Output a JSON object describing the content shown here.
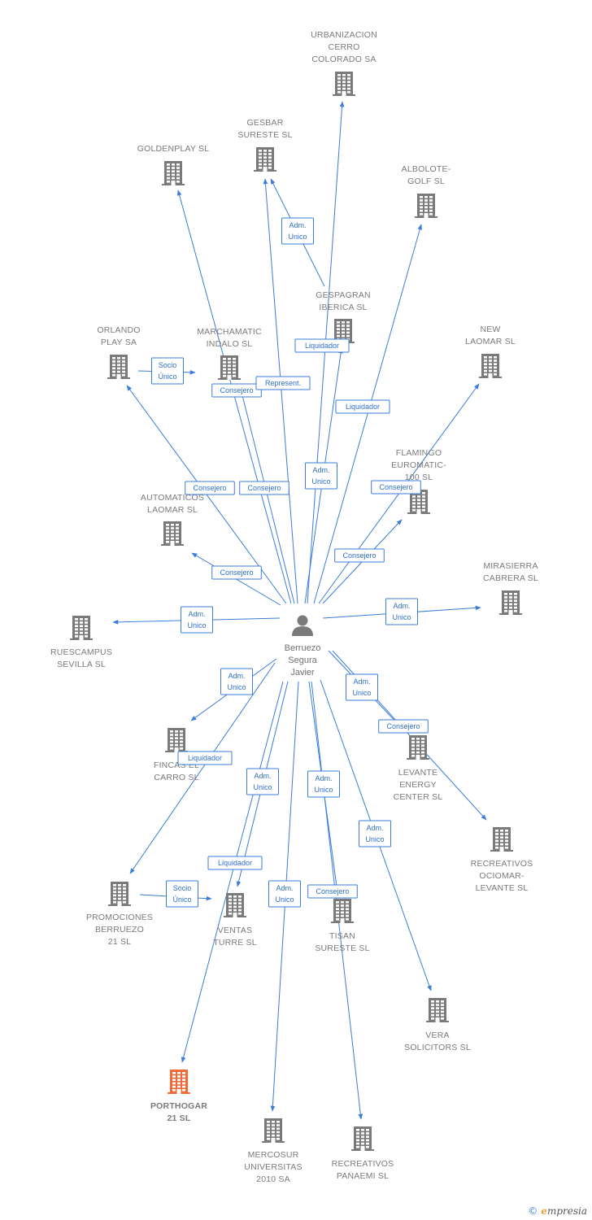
{
  "colors": {
    "edge": "#3b7dd8",
    "building": "#7a7a7a",
    "highlight": "#f06a3a",
    "person": "#7a7a7a"
  },
  "center": {
    "label_lines": [
      "Berruezo",
      "Segura",
      "Javier"
    ]
  },
  "companies": [
    {
      "id": "urbanizacion",
      "lines": [
        "URBANIZACION",
        "CERRO",
        "COLORADO SA"
      ],
      "icon": "building-icon"
    },
    {
      "id": "gesbar",
      "lines": [
        "GESBAR",
        "SURESTE SL"
      ],
      "icon": "building-icon"
    },
    {
      "id": "goldenplay",
      "lines": [
        "GOLDENPLAY SL"
      ],
      "icon": "building-icon"
    },
    {
      "id": "albolote",
      "lines": [
        "ALBOLOTE-",
        "GOLF SL"
      ],
      "icon": "building-icon"
    },
    {
      "id": "gespagran",
      "lines": [
        "GESPAGRAN",
        "IBERICA SL"
      ],
      "icon": "building-icon"
    },
    {
      "id": "orlando",
      "lines": [
        "ORLANDO",
        "PLAY SA"
      ],
      "icon": "building-icon"
    },
    {
      "id": "marchamatic",
      "lines": [
        "MARCHAMATIC",
        "INDALO SL"
      ],
      "icon": "building-icon"
    },
    {
      "id": "newlaomar",
      "lines": [
        "NEW",
        "LAOMAR SL"
      ],
      "icon": "building-icon"
    },
    {
      "id": "flamingo",
      "lines": [
        "FLAMINGO",
        "EUROMATIC-",
        "100 SL"
      ],
      "icon": "building-icon"
    },
    {
      "id": "automaticos",
      "lines": [
        "AUTOMATICOS",
        "LAOMAR SL"
      ],
      "icon": "building-icon"
    },
    {
      "id": "mirasierra",
      "lines": [
        "MIRASIERRA",
        "CABRERA SL"
      ],
      "icon": "building-icon"
    },
    {
      "id": "ruescampus",
      "lines": [
        "RUESCAMPUS",
        "SEVILLA SL"
      ],
      "icon": "building-icon"
    },
    {
      "id": "fincas",
      "lines": [
        "FINCAS EL",
        "CARRO SL"
      ],
      "icon": "building-icon"
    },
    {
      "id": "levante",
      "lines": [
        "LEVANTE",
        "ENERGY",
        "CENTER SL"
      ],
      "icon": "building-icon"
    },
    {
      "id": "recreativos_ociomar",
      "lines": [
        "RECREATIVOS",
        "OCIOMAR-",
        "LEVANTE SL"
      ],
      "icon": "building-icon"
    },
    {
      "id": "promociones",
      "lines": [
        "PROMOCIONES",
        "BERRUEZO",
        "21 SL"
      ],
      "icon": "building-icon"
    },
    {
      "id": "ventas",
      "lines": [
        "VENTAS",
        "TURRE SL"
      ],
      "icon": "building-icon"
    },
    {
      "id": "tisan",
      "lines": [
        "TISAN",
        "SURESTE SL"
      ],
      "icon": "building-icon"
    },
    {
      "id": "vera",
      "lines": [
        "VERA",
        "SOLICITORS SL"
      ],
      "icon": "building-icon"
    },
    {
      "id": "porthogar",
      "lines": [
        "PORTHOGAR",
        "21 SL"
      ],
      "icon": "building-icon",
      "highlight": true
    },
    {
      "id": "mercosur",
      "lines": [
        "MERCOSUR",
        "UNIVERSITAS",
        "2010 SA"
      ],
      "icon": "building-icon"
    },
    {
      "id": "recreativos_panaemi",
      "lines": [
        "RECREATIVOS",
        "PANAEMI SL"
      ],
      "icon": "building-icon"
    }
  ],
  "relations": [
    {
      "from": "center",
      "to": "urbanizacion",
      "label": [
        "Adm.",
        "Unico"
      ]
    },
    {
      "from": "center",
      "to": "gesbar",
      "label": [
        "Consejero"
      ]
    },
    {
      "from": "gespagran",
      "to": "gesbar",
      "label": [
        "Adm.",
        "Unico"
      ]
    },
    {
      "from": "center",
      "to": "goldenplay",
      "label": [
        "Consejero"
      ]
    },
    {
      "from": "center",
      "to": "albolote",
      "label": [
        "Liquidador"
      ]
    },
    {
      "from": "center",
      "to": "gespagran",
      "label": [
        "Liquidador"
      ]
    },
    {
      "from": "orlando",
      "to": "marchamatic",
      "label": [
        "Socio",
        "Único"
      ]
    },
    {
      "from": "center",
      "to": "marchamatic",
      "label": [
        "Represent."
      ]
    },
    {
      "from": "center",
      "to": "orlando",
      "label": [
        "Consejero"
      ]
    },
    {
      "from": "center",
      "to": "newlaomar",
      "label": [
        "Consejero"
      ]
    },
    {
      "from": "center",
      "to": "flamingo",
      "label": [
        "Consejero"
      ]
    },
    {
      "from": "center",
      "to": "automaticos",
      "label": [
        "Consejero"
      ]
    },
    {
      "from": "center",
      "to": "mirasierra",
      "label": [
        "Adm.",
        "Unico"
      ]
    },
    {
      "from": "center",
      "to": "ruescampus",
      "label": [
        "Adm.",
        "Unico"
      ]
    },
    {
      "from": "center",
      "to": "fincas",
      "label": [
        "Adm.",
        "Unico"
      ]
    },
    {
      "from": "center",
      "to": "levante",
      "label": [
        "Adm.",
        "Unico"
      ]
    },
    {
      "from": "center",
      "to": "recreativos_ociomar",
      "label": [
        "Consejero"
      ]
    },
    {
      "from": "center",
      "to": "promociones",
      "label": [
        "Liquidador"
      ]
    },
    {
      "from": "promociones",
      "to": "ventas",
      "label": [
        "Socio",
        "Único"
      ]
    },
    {
      "from": "center",
      "to": "ventas",
      "label": [
        "Adm.",
        "Unico"
      ]
    },
    {
      "from": "center",
      "to": "tisan",
      "label": [
        "Adm.",
        "Unico"
      ]
    },
    {
      "from": "center",
      "to": "vera",
      "label": [
        "Adm.",
        "Unico"
      ]
    },
    {
      "from": "center",
      "to": "porthogar",
      "label": [
        "Liquidador"
      ]
    },
    {
      "from": "center",
      "to": "mercosur",
      "label": [
        "Adm.",
        "Unico"
      ]
    },
    {
      "from": "center",
      "to": "recreativos_panaemi",
      "label": [
        "Consejero"
      ]
    }
  ],
  "footer": {
    "copyright": "©",
    "brand_initial": "e",
    "brand_rest": "mpresia"
  }
}
